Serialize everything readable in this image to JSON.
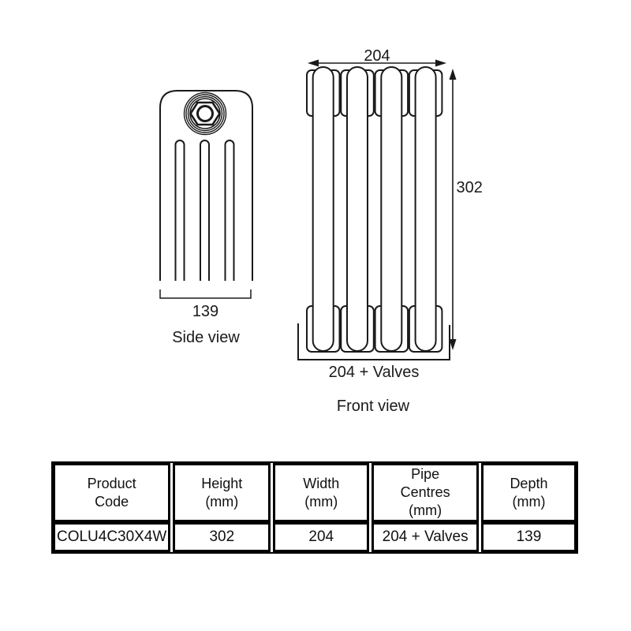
{
  "diagram": {
    "side_view": {
      "label": "Side view",
      "depth_dim": "139"
    },
    "front_view": {
      "label": "Front view",
      "width_dim": "204",
      "height_dim": "302",
      "pipe_centres_dim": "204 + Valves"
    }
  },
  "table": {
    "columns": [
      {
        "header_lines": [
          "Product",
          "Code"
        ],
        "value": "COLU4C30X4W"
      },
      {
        "header_lines": [
          "Height",
          "(mm)"
        ],
        "value": "302"
      },
      {
        "header_lines": [
          "Width",
          "(mm)"
        ],
        "value": "204"
      },
      {
        "header_lines": [
          "Pipe",
          "Centres",
          "(mm)"
        ],
        "value": "204 + Valves"
      },
      {
        "header_lines": [
          "Depth",
          "(mm)"
        ],
        "value": "139"
      }
    ]
  },
  "colors": {
    "line": "#1a1a1a",
    "background": "#ffffff"
  }
}
